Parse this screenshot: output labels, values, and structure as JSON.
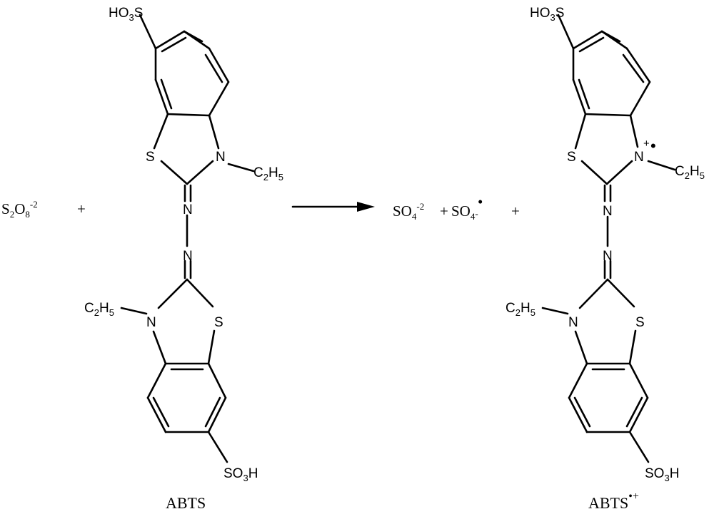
{
  "reactants": {
    "persulfate": {
      "base_s": "S",
      "s_sub": "2",
      "base_o": "O",
      "o_sub": "8",
      "charge": "-2"
    },
    "plus": "+",
    "abts_label": "ABTS"
  },
  "products": {
    "sulfate": {
      "base": "SO",
      "sub": "4",
      "charge": "-2"
    },
    "plus_between": "+",
    "sulfate_radical": {
      "base": "SO",
      "sub": "4",
      "charge": "-",
      "radical": "•"
    },
    "plus": "+",
    "abts_radical_label": "ABTS",
    "abts_radical_sup": "•+"
  },
  "atoms": {
    "sulfonic_base": "HO",
    "sulfonic_sub": "3",
    "sulfonic_s": "S",
    "sulfonic_alt": "SO",
    "sulfonic_alt_sub": "3",
    "sulfonic_alt_h": "H",
    "sulfur": "S",
    "nitrogen": "N",
    "ethyl_c": "C",
    "ethyl_c_sub": "2",
    "ethyl_h": "H",
    "ethyl_h_sub": "5",
    "cation_plus": "+",
    "cation_radical": "•"
  }
}
